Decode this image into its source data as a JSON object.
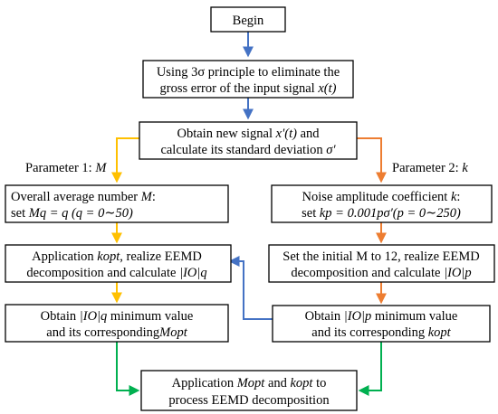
{
  "colors": {
    "blue": "#4472c4",
    "yellow": "#ffc000",
    "orange": "#ed7d31",
    "green": "#00b050",
    "box_border": "#000000"
  },
  "nodes": {
    "begin": {
      "line1": "Begin"
    },
    "eliminate": {
      "line1": "Using 3σ principle to eliminate the",
      "line2_a": "gross error of the input signal ",
      "line2_math": "x(t)"
    },
    "new_signal": {
      "line1_a": "Obtain new signal ",
      "line1_math": "x′(t)",
      "line1_b": "  and",
      "line2_a": "calculate its standard deviation ",
      "line2_math": "σ′"
    },
    "param1": {
      "text": "Parameter 1: ",
      "symbol": "M"
    },
    "param2": {
      "text": "Parameter 2: ",
      "symbol": "k"
    },
    "avg_number": {
      "line1_a": "Overall average number ",
      "line1_math": "M",
      "line1_b": ":",
      "line2_a": "set ",
      "line2_math": "Mq = q (q = 0∼50)"
    },
    "noise_amp": {
      "line1_a": "Noise amplitude coefficient ",
      "line1_math": "k",
      "line1_b": ":",
      "line2_a": "set ",
      "line2_math": "kp = 0.001pσ′(p = 0∼250)"
    },
    "app_kopt": {
      "line1_a": "Application ",
      "line1_math": "kopt",
      "line1_b": ", realize EEMD",
      "line2_a": "decomposition and calculate ",
      "line2_math": "|IO|q"
    },
    "set_m12": {
      "line1": "Set the initial M to 12, realize EEMD",
      "line2_a": "decomposition and calculate ",
      "line2_math": "|IO|p"
    },
    "obtain_q": {
      "line1_a": "Obtain ",
      "line1_math": "|IO|q",
      "line1_b": " minimum value",
      "line2_a": "and its corresponding",
      "line2_math": "Mopt"
    },
    "obtain_p": {
      "line1_a": "Obtain ",
      "line1_math": "|IO|p",
      "line1_b": " minimum value",
      "line2_a": "and its corresponding ",
      "line2_math": "kopt"
    },
    "final": {
      "line1_a": "Application ",
      "line1_math1": "Mopt",
      "line1_b": " and ",
      "line1_math2": "kopt",
      "line1_c": " to",
      "line2": "process EEMD decomposition"
    }
  }
}
